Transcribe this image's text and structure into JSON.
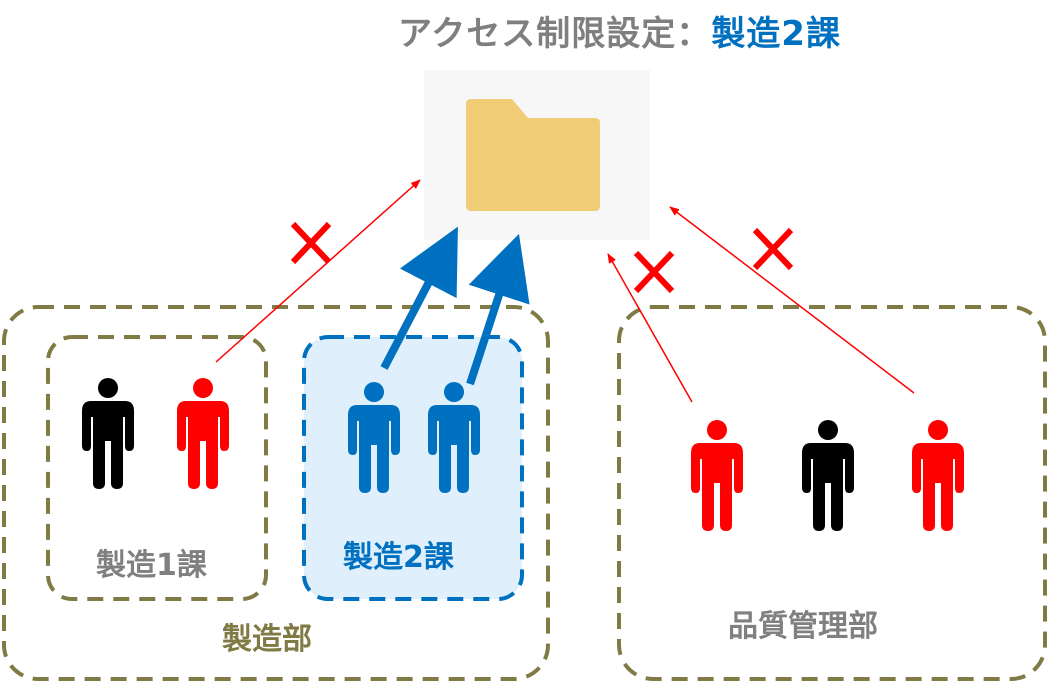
{
  "title": {
    "prefix": "アクセス制限設定：",
    "target": "製造2課"
  },
  "groups": {
    "manufacturing_dept": "製造部",
    "section1": "製造1課",
    "section2": "製造2課",
    "quality_dept": "品質管理部"
  },
  "colors": {
    "allowed": "#0070c0",
    "denied": "#ff0000",
    "neutral": "#000000",
    "dept_border": "#807a45",
    "section2_fill": "#dfeffb",
    "folder": "#f0cd76"
  },
  "access": {
    "allowed_mark": "",
    "denied_mark": "✕"
  }
}
